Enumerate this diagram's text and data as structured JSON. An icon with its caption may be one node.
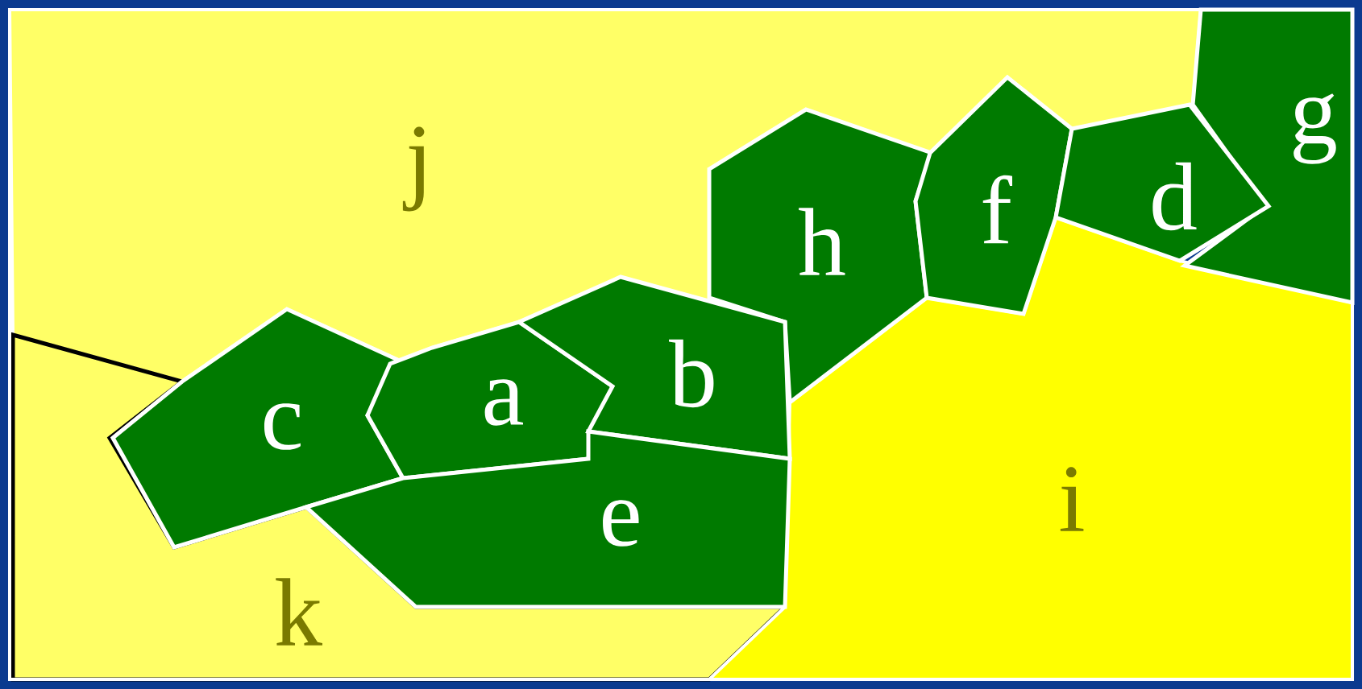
{
  "diagram": {
    "nodes": [
      {
        "text": [
          "j"
        ]
      },
      {
        "text": [
          "g"
        ]
      },
      {
        "text": [
          "h"
        ]
      },
      {
        "text": [
          "f"
        ]
      },
      {
        "text": [
          "d"
        ]
      },
      {
        "text": [
          "c"
        ]
      },
      {
        "text": [
          "a"
        ]
      },
      {
        "text": [
          "b"
        ]
      },
      {
        "text": [
          "e"
        ]
      },
      {
        "text": [
          "i"
        ]
      },
      {
        "text": [
          "k"
        ]
      }
    ]
  }
}
